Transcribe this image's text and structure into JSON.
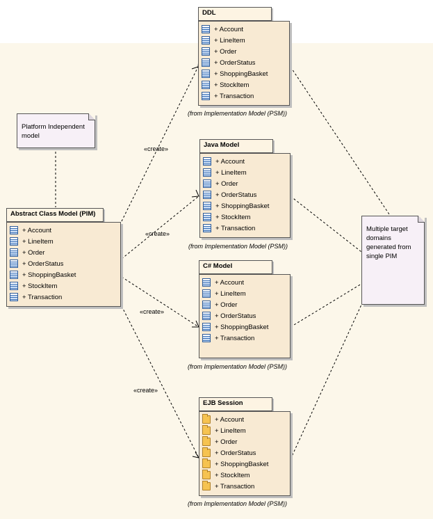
{
  "packages": [
    {
      "id": "pim",
      "title": "Abstract Class Model (PIM)",
      "icon": "class-icon",
      "items": [
        "+ Account",
        "+ LineItem",
        "+ Order",
        "+ OrderStatus",
        "+ ShoppingBasket",
        "+ StockItem",
        "+ Transaction"
      ]
    },
    {
      "id": "ddl",
      "title": "DDL",
      "icon": "class-icon",
      "items": [
        "+ Account",
        "+ LineItem",
        "+ Order",
        "+ OrderStatus",
        "+ ShoppingBasket",
        "+ StockItem",
        "+ Transaction"
      ],
      "from": "(from Implementation Model (PSM))"
    },
    {
      "id": "java",
      "title": "Java Model",
      "icon": "class-icon",
      "items": [
        "+ Account",
        "+ LineItem",
        "+ Order",
        "+ OrderStatus",
        "+ ShoppingBasket",
        "+ StockItem",
        "+ Transaction"
      ],
      "from": "(from Implementation Model (PSM))"
    },
    {
      "id": "csharp",
      "title": "C# Model",
      "icon": "class-icon",
      "items": [
        "+ Account",
        "+ LineItem",
        "+ Order",
        "+ OrderStatus",
        "+ ShoppingBasket",
        "+ Transaction"
      ],
      "from": "(from Implementation Model (PSM))"
    },
    {
      "id": "ejb",
      "title": "EJB Session",
      "icon": "folder-icon",
      "items": [
        "+ Account",
        "+ LineItem",
        "+ Order",
        "+ OrderStatus",
        "+ ShoppingBasket",
        "+ StockItem",
        "+ Transaction"
      ],
      "from": "(from Implementation Model (PSM))"
    }
  ],
  "notes": {
    "pim_note": "Platform Independent model",
    "target_note": "Multiple target domains generated from single PIM"
  },
  "edge_labels": [
    "«create»",
    "«create»",
    "«create»",
    "«create»"
  ]
}
